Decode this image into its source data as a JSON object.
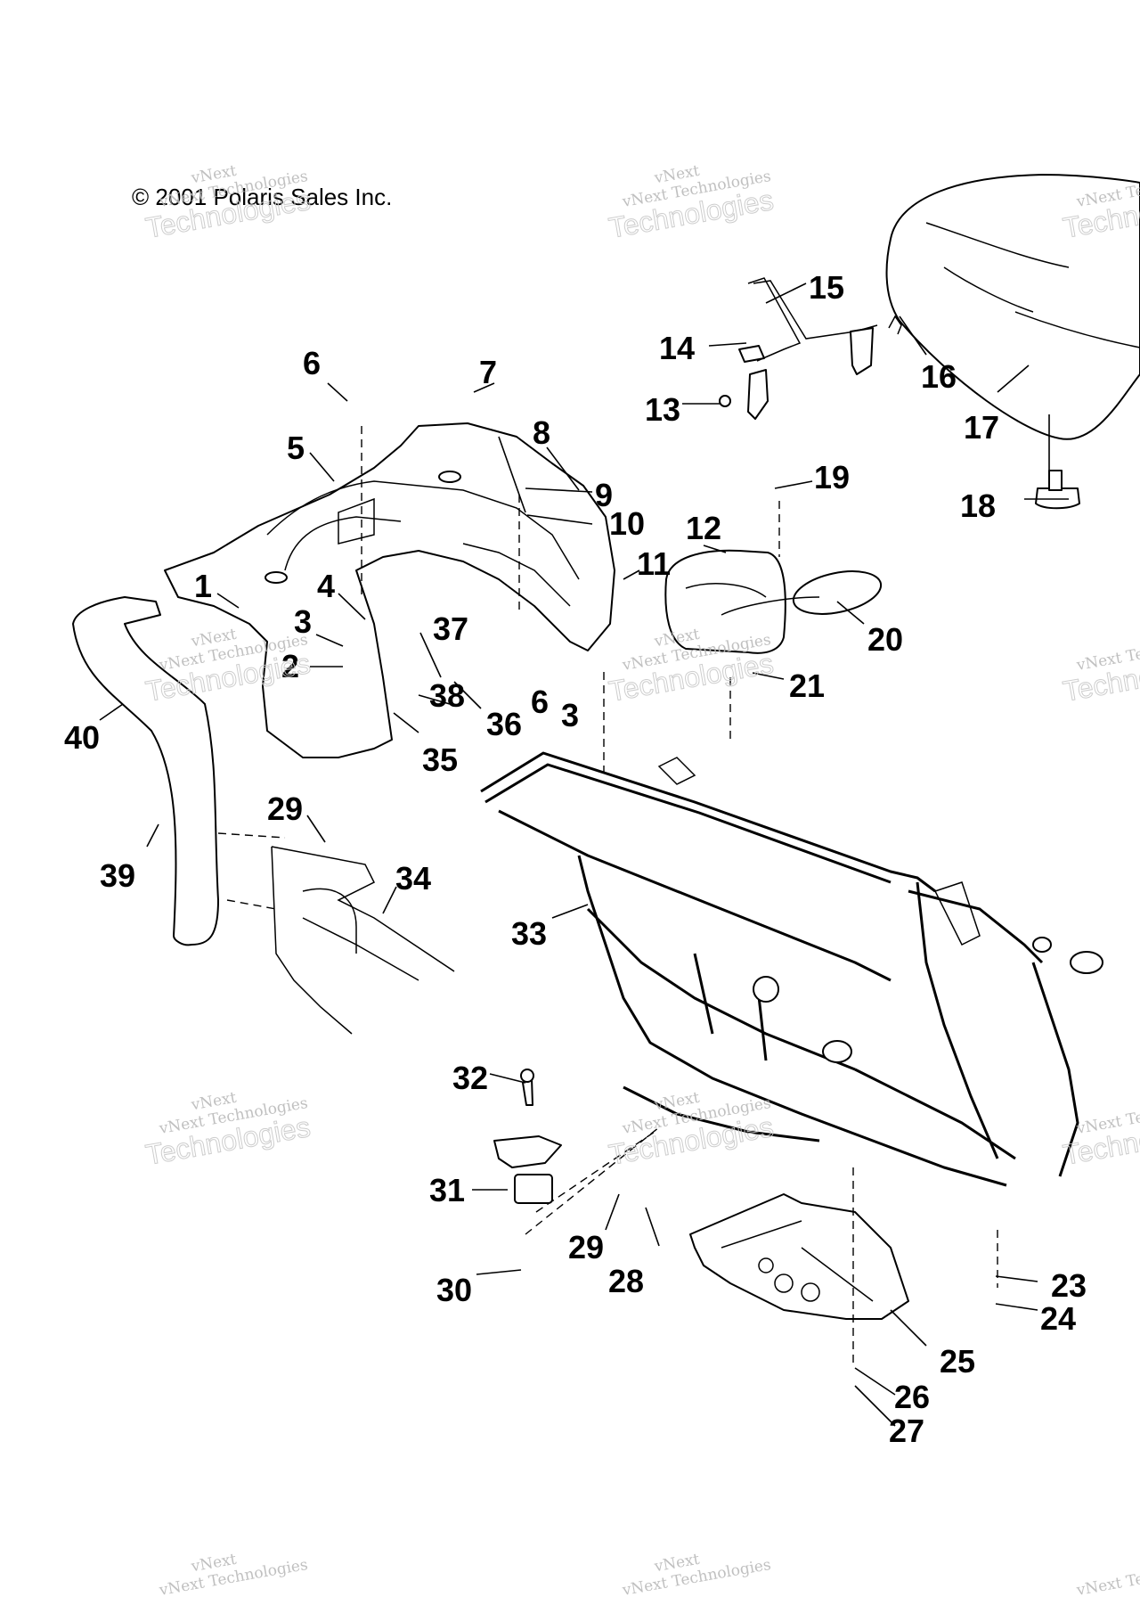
{
  "copyright": "© 2001 Polaris Sales Inc.",
  "watermark": {
    "line1": "vNext Technologies",
    "line2": "Technologies",
    "line3": "vNext"
  },
  "callouts": [
    "1",
    "2",
    "3",
    "3",
    "4",
    "5",
    "6",
    "6",
    "7",
    "8",
    "9",
    "10",
    "11",
    "12",
    "13",
    "14",
    "15",
    "16",
    "17",
    "18",
    "19",
    "20",
    "21",
    "23",
    "24",
    "25",
    "26",
    "27",
    "28",
    "29",
    "29",
    "30",
    "31",
    "32",
    "33",
    "34",
    "35",
    "36",
    "37",
    "38",
    "39",
    "40"
  ]
}
